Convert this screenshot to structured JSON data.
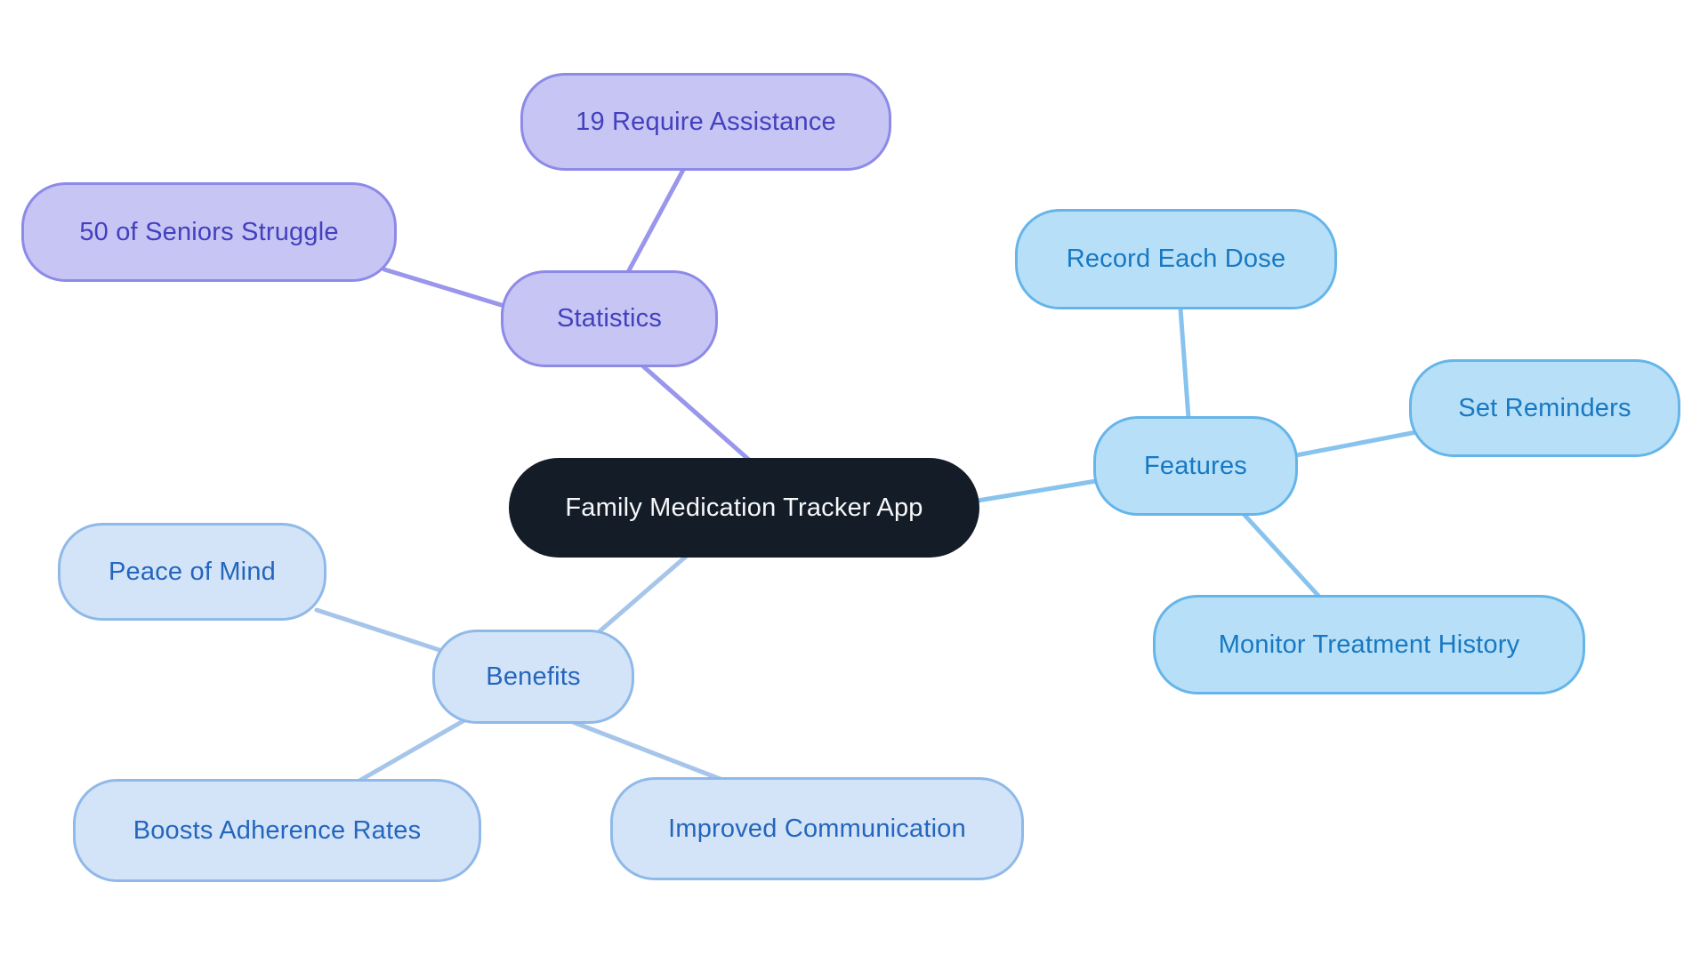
{
  "app": {
    "canvas_background": "#ffffff"
  },
  "mindmap": {
    "root": {
      "id": "root",
      "label": "Family Medication Tracker App",
      "palette": {
        "fill": "#141c28",
        "text": "#f6f8fa"
      }
    },
    "branches": [
      {
        "id": "statistics",
        "label": "Statistics",
        "palette": {
          "fill": "#c7c5f3",
          "border": "#8d8ae8",
          "text": "#4340bf",
          "edge": "#9996ec"
        },
        "children": [
          {
            "id": "seniors",
            "label": "50 of Seniors Struggle"
          },
          {
            "id": "assist",
            "label": "19 Require Assistance"
          }
        ]
      },
      {
        "id": "features",
        "label": "Features",
        "palette": {
          "fill": "#b7e0f8",
          "border": "#66b5e9",
          "text": "#1878c2",
          "edge": "#88c3ee"
        },
        "children": [
          {
            "id": "record",
            "label": "Record Each Dose"
          },
          {
            "id": "remind",
            "label": "Set Reminders"
          },
          {
            "id": "monitor",
            "label": "Monitor Treatment History"
          }
        ]
      },
      {
        "id": "benefits",
        "label": "Benefits",
        "palette": {
          "fill": "#d4e4f8",
          "border": "#8fb9e9",
          "text": "#2466bd",
          "edge": "#a6c5ea"
        },
        "children": [
          {
            "id": "peace",
            "label": "Peace of Mind"
          },
          {
            "id": "boosts",
            "label": "Boosts Adherence Rates"
          },
          {
            "id": "improved",
            "label": "Improved Communication"
          }
        ]
      }
    ]
  }
}
